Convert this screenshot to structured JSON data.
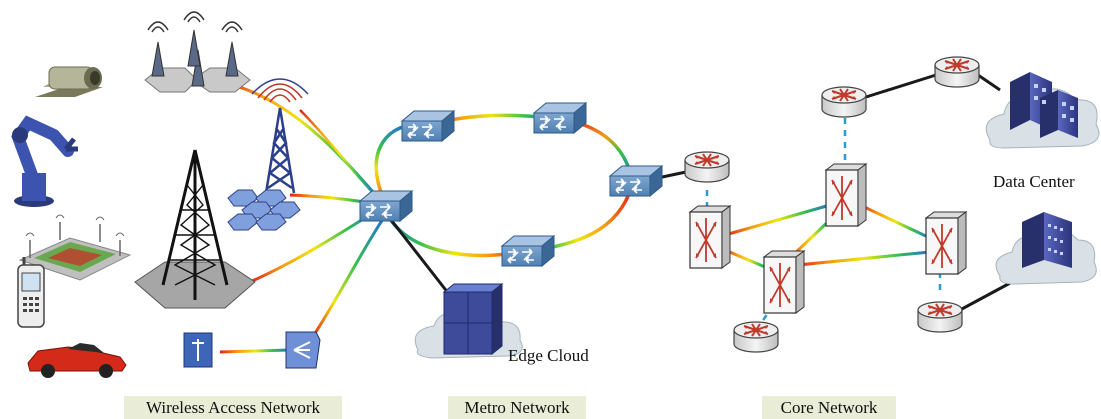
{
  "labels": {
    "edge_cloud": "Edge Cloud",
    "data_center": "Data Center"
  },
  "captions": {
    "wireless": "Wireless Access Network",
    "metro": "Metro Network",
    "core": "Core Network"
  },
  "colors": {
    "switch": "#4f7fb2",
    "router_top": "#e6e6e6",
    "router_arrow": "#c0392b",
    "core_link": "#1a1a1a",
    "dashed_link": "#2b9bd6",
    "cloud": "#d9e0e6",
    "building": "#3e4a9a",
    "caption_bg": "#e9ecd6"
  },
  "icons": [
    "camera-icon",
    "robot-arm-icon",
    "stadium-icon",
    "phone-icon",
    "car-icon",
    "antenna-cluster-icon",
    "tower-icon",
    "macro-tower-icon",
    "small-cell-icon",
    "relay-icon",
    "switch-icon",
    "router-icon",
    "server-rack-icon",
    "building-icon"
  ]
}
